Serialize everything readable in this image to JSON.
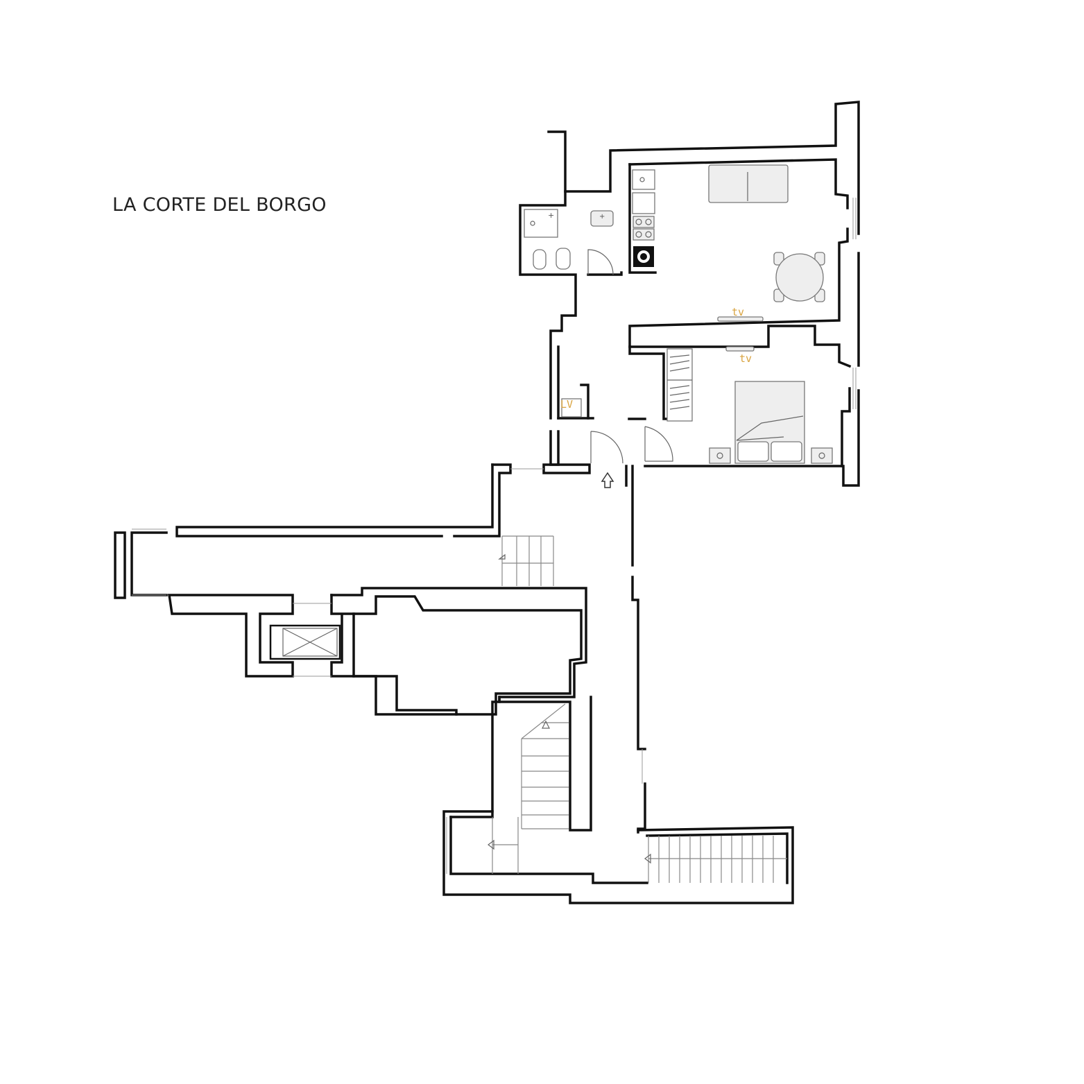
{
  "header": {
    "title": "LA CORTE DEL BORGO"
  },
  "labels": {
    "tv_living": "tv",
    "tv_bedroom": "tv",
    "laundry": "LV"
  },
  "colors": {
    "wall": "#111111",
    "furniture": "#eeeeee",
    "annotation": "#d9a441"
  },
  "icons": {
    "entrance": "entrance-arrow-icon",
    "stairs": "stair-direction-arrow-icon"
  }
}
